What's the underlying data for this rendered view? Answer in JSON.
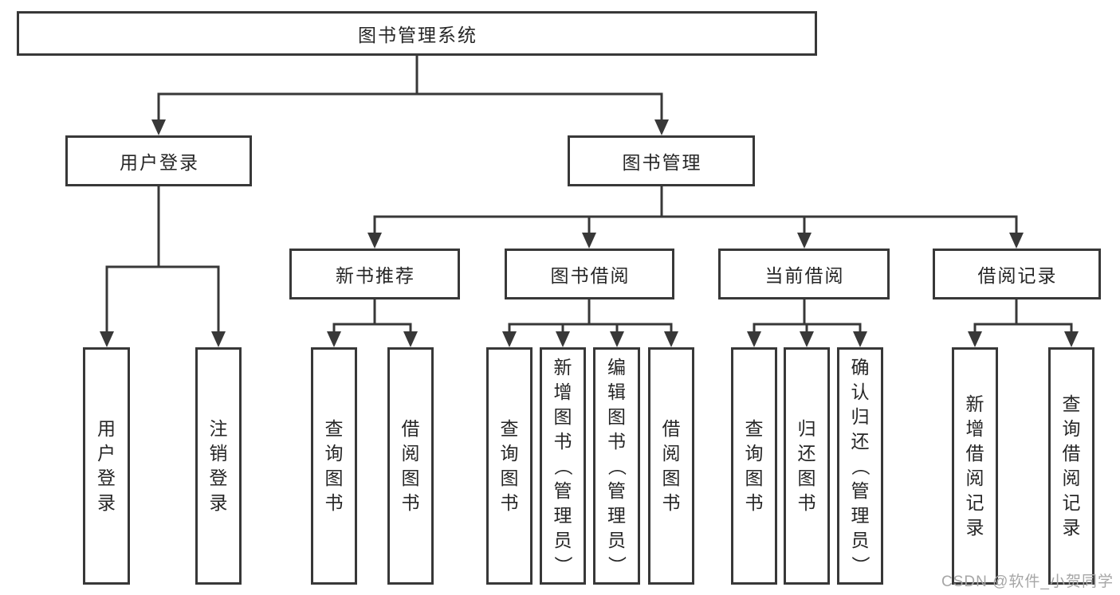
{
  "colors": {
    "line": "#383838",
    "box_border": "#383838",
    "box_fill": "#ffffff",
    "text": "#262626",
    "background": "#ffffff",
    "watermark": "#a6a6a6"
  },
  "watermark": {
    "text": "CSDN @软件_小贺同学"
  },
  "tree": {
    "root": {
      "label": "图书管理系统"
    },
    "branches": [
      {
        "label": "用户登录",
        "children": [
          {
            "label": "用户登录"
          },
          {
            "label": "注销登录"
          }
        ]
      },
      {
        "label": "图书管理",
        "children": [
          {
            "label": "新书推荐",
            "children": [
              {
                "label": "查询图书"
              },
              {
                "label": "借阅图书"
              }
            ]
          },
          {
            "label": "图书借阅",
            "children": [
              {
                "label": "查询图书"
              },
              {
                "label": "新增图书（管理员）"
              },
              {
                "label": "编辑图书（管理员）"
              },
              {
                "label": "借阅图书"
              }
            ]
          },
          {
            "label": "当前借阅",
            "children": [
              {
                "label": "查询图书"
              },
              {
                "label": "归还图书"
              },
              {
                "label": "确认归还（管理员）"
              }
            ]
          },
          {
            "label": "借阅记录",
            "children": [
              {
                "label": "新增借阅记录"
              },
              {
                "label": "查询借阅记录"
              }
            ]
          }
        ]
      }
    ]
  }
}
